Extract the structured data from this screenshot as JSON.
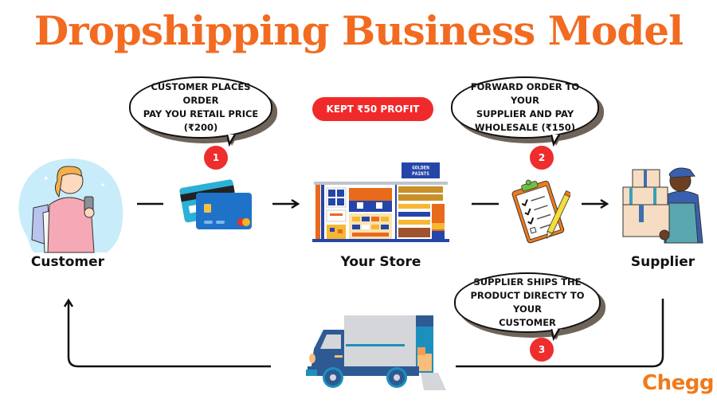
{
  "title": "Dropshipping Business Model",
  "colors": {
    "title": "#f26b21",
    "badge": "#ee2d2d",
    "profit_pill": "#f02a2a",
    "brand": "#f07a1a",
    "bubble_shadow": "#6f6459"
  },
  "profit_badge": "KEPT ₹50 PROFIT",
  "steps": [
    {
      "number": "1",
      "text": "CUSTOMER PLACES ORDER\nPAY YOU RETAIL PRICE\n(₹200)"
    },
    {
      "number": "2",
      "text": "FORWARD ORDER TO YOUR\nSUPPLIER AND PAY\nWHOLESALE (₹150)"
    },
    {
      "number": "3",
      "text": "SUPPLIER SHIPS THE\nPRODUCT DIRECTY TO YOUR\nCUSTOMER"
    }
  ],
  "nodes": {
    "customer": "Customer",
    "store": "Your Store",
    "supplier": "Supplier"
  },
  "illustrations": {
    "customer": "woman-shopping-icon",
    "payment": "credit-cards-icon",
    "store": "store-shelves-icon",
    "store_sign": "GOLDEN\nPAINTS",
    "order": "clipboard-checklist-icon",
    "supplier": "delivery-man-boxes-icon",
    "shipping": "delivery-truck-icon"
  },
  "brand": "Chegg"
}
